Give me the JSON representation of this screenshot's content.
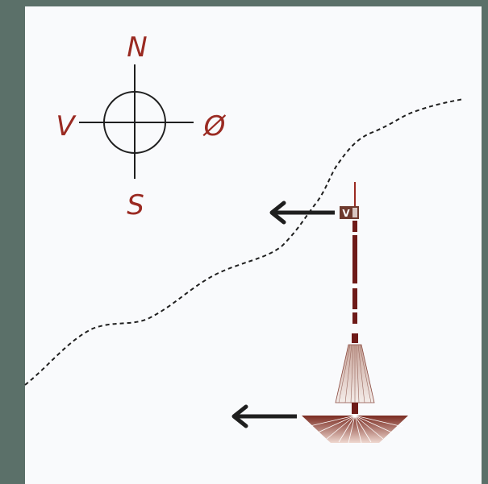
{
  "compass": {
    "north": "N",
    "west": "V",
    "east": "Ø",
    "south": "S"
  },
  "device_label": "V",
  "colors": {
    "frame": "#5b7069",
    "background": "#f9fafc",
    "accent": "#9a2a22",
    "line": "#1f1f1f",
    "rod": "#6e1a18",
    "fan_dark": "#7a2a20",
    "fan_light": "#e9c9bf"
  }
}
